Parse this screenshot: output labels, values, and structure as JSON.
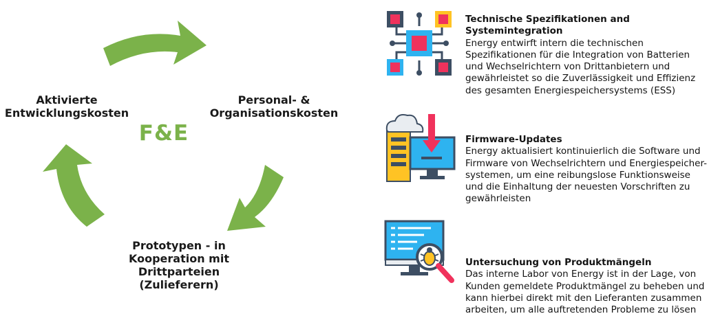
{
  "diagram": {
    "center_title": "F&E",
    "nodes": {
      "left": "Aktivierte\nEntwicklungskosten",
      "right": "Personal- &\nOrganisationskosten",
      "bottom": "Prototypen - in\nKooperation mit\nDrittparteien\n(Zulieferern)"
    },
    "colors": {
      "arrow": "#7bb24a",
      "accent_pink": "#f0325c",
      "accent_blue": "#2eb3f0",
      "accent_yellow": "#ffc324",
      "dark": "#3d4e63"
    }
  },
  "items": [
    {
      "icon": "circuit-chip-icon",
      "title": "Technische Spezifikationen and Systemintegration",
      "description": "Energy entwirft intern die technischen Spezifikationen für die Integration von Batterien und Wechselrichtern von Drittanbietern und gewährleistet so die Zuverlässigkeit und Effizienz des gesamten Energiespeichersystems (ESS)"
    },
    {
      "icon": "cloud-download-monitor-icon",
      "title": "Firmware-Updates",
      "description": "Energy aktualisiert kontinuierlich die Software und Firmware von Wechselrichtern und Energiespeicher-systemen, um eine reibungslose Funktionsweise und die Einhaltung der neuesten Vorschriften zu gewährleisten"
    },
    {
      "icon": "monitor-bug-search-icon",
      "title": "Untersuchung von Produktmängeln",
      "description": "Das interne Labor von Energy ist in der Lage, von Kunden gemeldete Produktmängel zu beheben und kann hierbei direkt mit den Lieferanten zusammen arbeiten, um alle auftretenden Probleme zu lösen"
    }
  ]
}
